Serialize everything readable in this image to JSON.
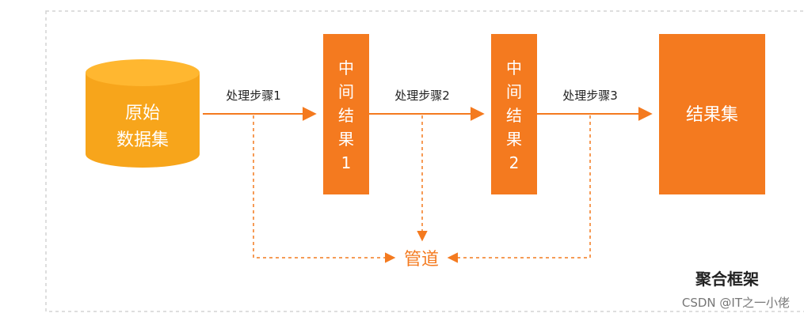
{
  "diagram": {
    "source": {
      "line1": "原始",
      "line2": "数据集"
    },
    "steps": [
      "处理步骤1",
      "处理步骤2",
      "处理步骤3"
    ],
    "intermediate1": [
      "中",
      "间",
      "结",
      "果",
      "1"
    ],
    "intermediate2": [
      "中",
      "间",
      "结",
      "果",
      "2"
    ],
    "result": "结果集",
    "pipeline": "管道",
    "frame_label": "聚合框架"
  },
  "watermark": "CSDN @IT之一小佬",
  "colors": {
    "orange": "#f47a1f",
    "cylinder": "#f7a51b",
    "cylinder_top": "#ffb730",
    "frame": "#d4d4d4",
    "text_dark": "#222222",
    "text_light": "#ffffff"
  }
}
